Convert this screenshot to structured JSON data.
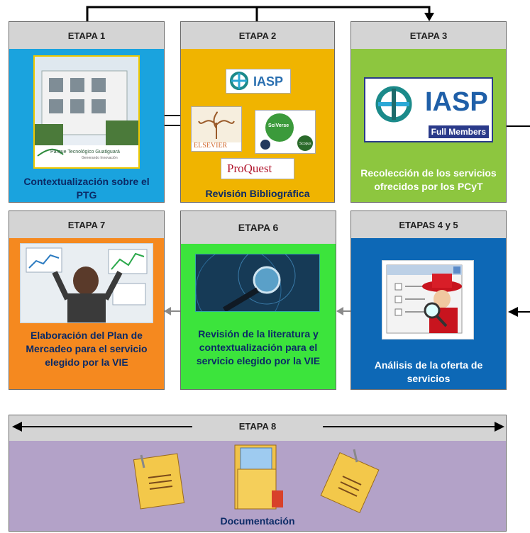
{
  "stages": {
    "s1": {
      "header": "ETAPA 1",
      "caption": "Contextualización sobre el PTG",
      "image_text": "Parque Tecnológico Guatiguará",
      "image_subtext": "Generando Innovación"
    },
    "s2": {
      "header": "ETAPA 2",
      "caption": "Revisión Bibliográfica",
      "logos": {
        "iasp": "IASP",
        "elsevier": "ELSEVIER",
        "sciverse": "SciVerse",
        "scopus": "Scopus",
        "proquest": "ProQuest"
      }
    },
    "s3": {
      "header": "ETAPA 3",
      "caption": "Recolección de los servicios ofrecidos por los PCyT",
      "logo_text": "IASP",
      "logo_subtext": "Full Members"
    },
    "s45": {
      "header": "ETAPAS 4 y 5",
      "caption": "Análisis de la oferta de servicios"
    },
    "s6": {
      "header": "ETAPA 6",
      "caption": "Revisión de la literatura y contextualización para el servicio elegido por la VIE"
    },
    "s7": {
      "header": "ETAPA 7",
      "caption": "Elaboración del Plan de Mercadeo para el servicio elegido por la VIE"
    },
    "s8": {
      "header": "ETAPA 8",
      "caption": "Documentación"
    }
  },
  "colors": {
    "s1": "#1aa3de",
    "s2": "#f0b400",
    "s3": "#8dc63f",
    "s45": "#0d68b6",
    "s6": "#3ce43c",
    "s7": "#f5891f",
    "s8": "#b3a2c8",
    "caption_dark": "#0b2a66",
    "caption_light": "#ffffff"
  }
}
